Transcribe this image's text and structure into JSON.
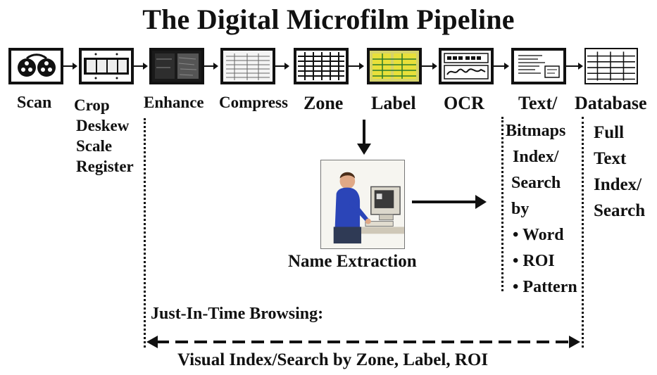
{
  "title": "The Digital Microfilm Pipeline",
  "stages": [
    {
      "label": "Scan",
      "icon": "film-reel-icon"
    },
    {
      "label": "Crop",
      "icon": "film-strip-icon"
    },
    {
      "label": "Enhance",
      "icon": "dark-image-icon"
    },
    {
      "label": "Compress",
      "icon": "document-icon"
    },
    {
      "label": "Zone",
      "icon": "grid-icon"
    },
    {
      "label": "Label",
      "icon": "labeled-form-icon"
    },
    {
      "label": "OCR",
      "icon": "signature-card-icon"
    },
    {
      "label": "Text/",
      "icon": "text-page-icon"
    },
    {
      "label": "Database",
      "icon": "table-icon"
    }
  ],
  "crop_extra": [
    "Deskew",
    "Scale",
    "Register"
  ],
  "text_extra": [
    "Bitmaps",
    "Index/",
    "Search",
    "by",
    "• Word",
    "• ROI",
    "• Pattern"
  ],
  "database_extra": [
    "Full",
    "Text",
    "Index/",
    "Search"
  ],
  "name_extraction": "Name Extraction",
  "browsing_label": "Just-In-Time Browsing:",
  "visual_index_label": "Visual Index/Search by Zone, Label, ROI",
  "colors": {
    "ink": "#111111",
    "label_highlight": "#e8e03a",
    "operator_shirt": "#2b45b8"
  }
}
